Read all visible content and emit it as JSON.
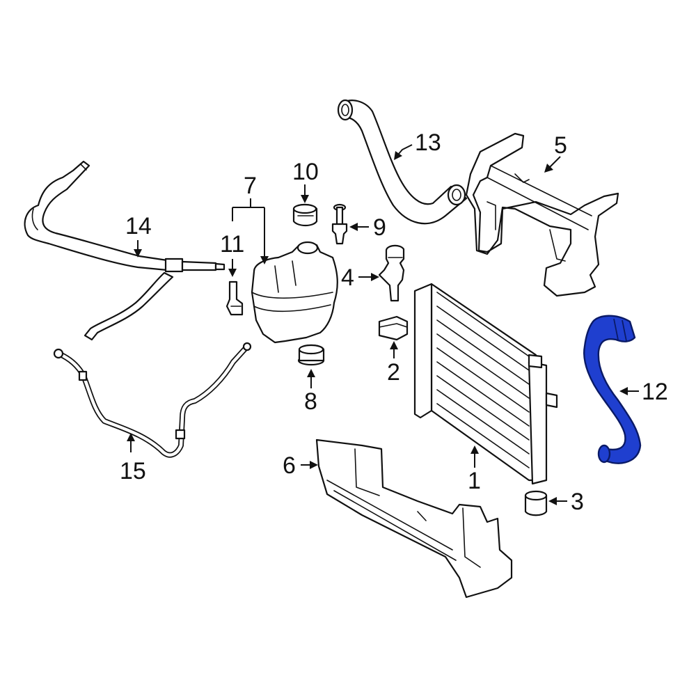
{
  "callouts": {
    "c1": "1",
    "c2": "2",
    "c3": "3",
    "c4": "4",
    "c5": "5",
    "c6": "6",
    "c7": "7",
    "c8": "8",
    "c9": "9",
    "c10": "10",
    "c11": "11",
    "c12": "12",
    "c13": "13",
    "c14": "14",
    "c15": "15"
  },
  "colors": {
    "highlight": "#1f3fcf",
    "line": "#111111",
    "background": "#ffffff"
  },
  "highlighted_part": "12"
}
